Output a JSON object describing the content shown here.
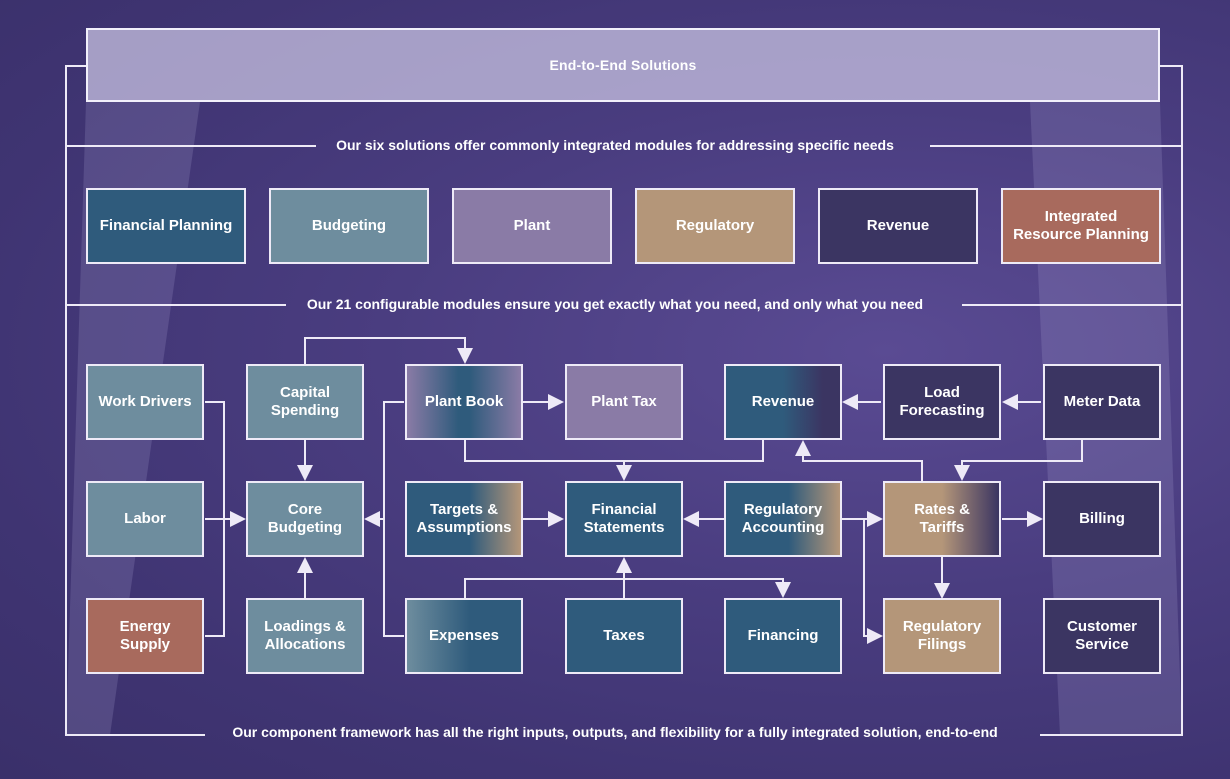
{
  "header": {
    "banner": "End-to-End Solutions",
    "solutions_caption": "Our six solutions offer commonly integrated modules for addressing specific needs",
    "modules_caption": "Our 21 configurable modules ensure you get exactly what you need, and only what you need",
    "footer_caption": "Our component framework has all the right inputs, outputs, and flexibility for a fully integrated solution, end-to-end"
  },
  "solutions": [
    {
      "label": "Financial Planning",
      "color": "#2f5b7c"
    },
    {
      "label": "Budgeting",
      "color": "#6e8d9e"
    },
    {
      "label": "Plant",
      "color": "#8a7ba6"
    },
    {
      "label": "Regulatory",
      "color": "#b49679"
    },
    {
      "label": "Revenue",
      "color": "#3b3562"
    },
    {
      "label": "Integrated Resource Planning",
      "color": "#a86a5d"
    }
  ],
  "modules": {
    "work_drivers": "Work Drivers",
    "capital_spending": "Capital Spending",
    "plant_book": "Plant Book",
    "plant_tax": "Plant Tax",
    "revenue": "Revenue",
    "load_forecasting": "Load Forecasting",
    "meter_data": "Meter Data",
    "labor": "Labor",
    "core_budgeting": "Core Budgeting",
    "targets_assumptions": "Targets & Assumptions",
    "financial_statements": "Financial Statements",
    "regulatory_accounting": "Regulatory Accounting",
    "rates_tariffs": "Rates & Tariffs",
    "billing": "Billing",
    "energy_supply": "Energy Supply",
    "loadings_allocations": "Loadings & Allocations",
    "expenses": "Expenses",
    "taxes": "Taxes",
    "financing": "Financing",
    "regulatory_filings": "Regulatory Filings",
    "customer_service": "Customer Service"
  },
  "colors": {
    "financial_planning": "#2f5b7c",
    "budgeting": "#6e8d9e",
    "plant": "#8a7ba6",
    "regulatory": "#b49679",
    "revenue": "#3b3562",
    "irp": "#a86a5d",
    "line": "#eeeaf7"
  }
}
